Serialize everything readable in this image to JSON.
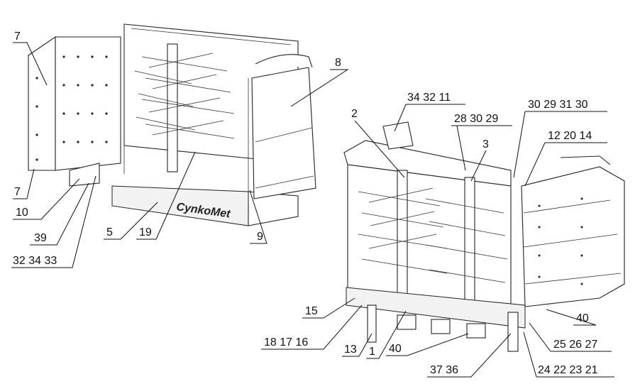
{
  "drawing": {
    "brand_mark": "CynkoMet",
    "left_callouts": {
      "c7_top": "7",
      "c8": "8",
      "c7_bottom": "7",
      "c10": "10",
      "c39": "39",
      "c32_34_33": "32 34 33",
      "c5": "5",
      "c19": "19",
      "c9": "9"
    },
    "right_callouts": {
      "c34_32_11": "34 32 11",
      "c2": "2",
      "c28_30_29": "28 30 29",
      "c3": "3",
      "c30_29_31_30": "30 29 31 30",
      "c12_20_14": "12 20 14",
      "c15": "15",
      "c40_top": "40",
      "c18_17_16": "18 17 16",
      "c13": "13",
      "c1": "1",
      "c40_bottom": "40",
      "c25_26_27": "25 26 27",
      "c37_36": "37 36",
      "c24_22_23_21": "24 22 23 21"
    }
  }
}
